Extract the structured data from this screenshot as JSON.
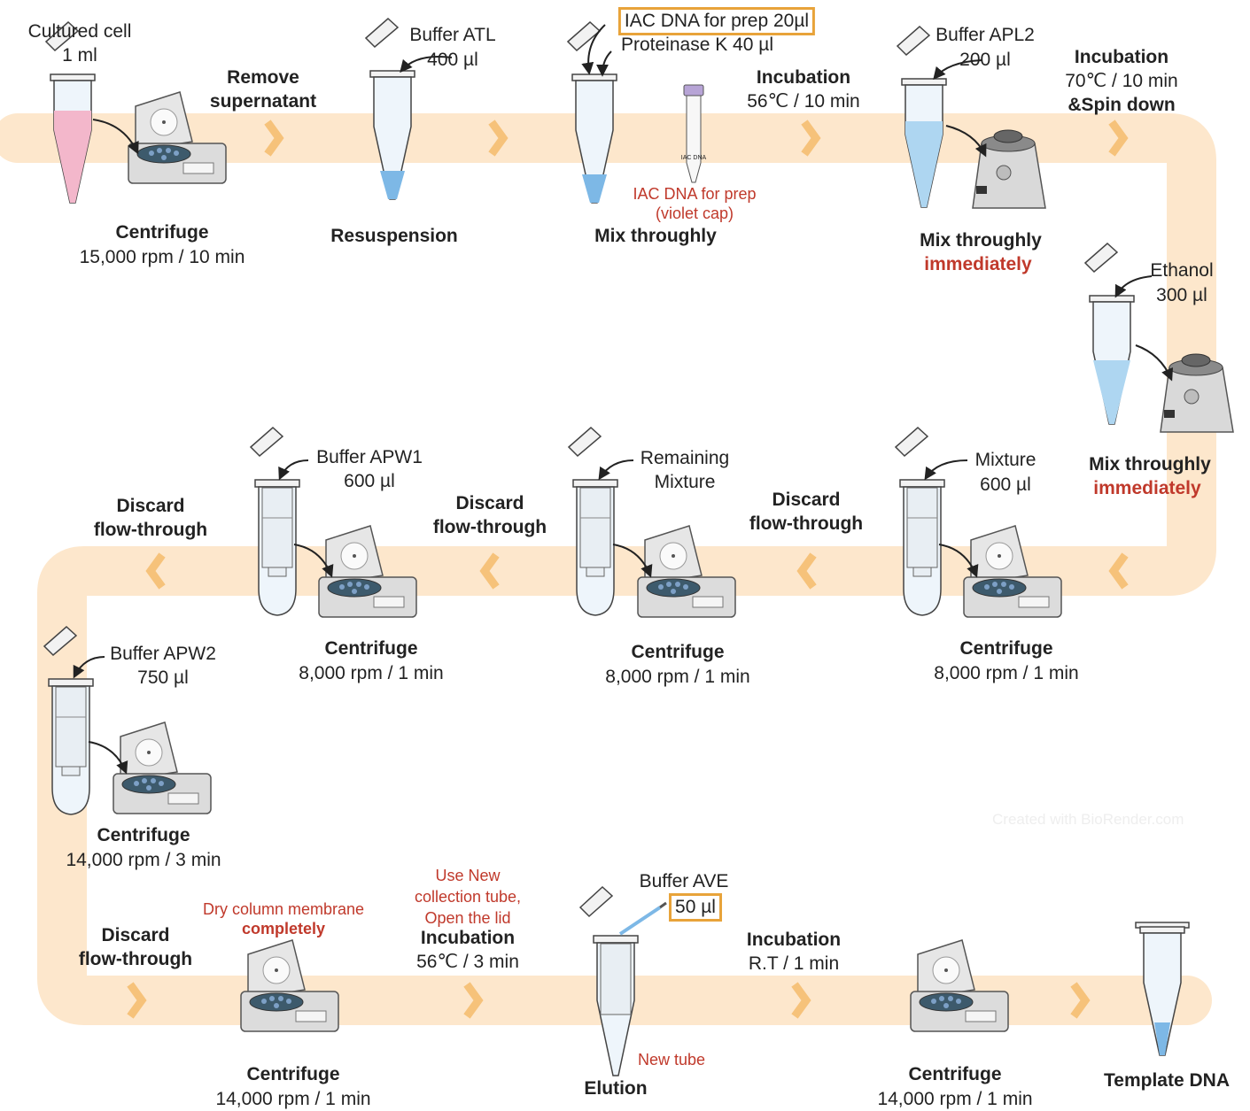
{
  "colors": {
    "path": "#fde7cc",
    "chevron": "#f6c27a",
    "highlight": "#e8a33a",
    "red": "#c0392b",
    "pink": "#f3b7cb",
    "blue": "#7db8e6"
  },
  "steps": {
    "s1": {
      "sample": "Cultured cell",
      "amount": "1 ml",
      "action": "Centrifuge",
      "param": "15,000 rpm / 10 min"
    },
    "t1": {
      "l1": "Remove",
      "l2": "supernatant"
    },
    "s2": {
      "reagent": "Buffer ATL",
      "amount": "400 µl",
      "action": "Resuspension"
    },
    "s3": {
      "reagent1": "IAC DNA for prep 20µl",
      "reagent2": "Proteinase K  40 µl",
      "tube_label": "IAC DNA",
      "note1": "IAC DNA for prep",
      "note2": "(violet cap)",
      "action": "Mix throughly"
    },
    "t3": {
      "title": "Incubation",
      "param": "56℃ / 10 min"
    },
    "s4": {
      "reagent": "Buffer APL2",
      "amount": "200 µl",
      "action": "Mix throughly",
      "emph": "immediately"
    },
    "t4": {
      "title": "Incubation",
      "param": "70℃ / 10 min",
      "title2": "&Spin down"
    },
    "s5": {
      "reagent": "Ethanol",
      "amount": "300 µl",
      "action": "Mix throughly",
      "emph": "immediately"
    },
    "s6": {
      "reagent": "Mixture",
      "amount": "600 µl",
      "action": "Centrifuge",
      "param": "8,000 rpm / 1 min"
    },
    "t6": {
      "l1": "Discard",
      "l2": "flow-through"
    },
    "s7": {
      "reagent1": "Remaining",
      "reagent2": "Mixture",
      "action": "Centrifuge",
      "param": "8,000 rpm / 1 min"
    },
    "t7": {
      "l1": "Discard",
      "l2": "flow-through"
    },
    "s8": {
      "reagent": "Buffer APW1",
      "amount": "600 µl",
      "action": "Centrifuge",
      "param": "8,000 rpm / 1 min"
    },
    "t8": {
      "l1": "Discard",
      "l2": "flow-through"
    },
    "s9": {
      "reagent": "Buffer APW2",
      "amount": "750 µl",
      "action": "Centrifuge",
      "param": "14,000 rpm / 3 min"
    },
    "t9": {
      "l1": "Discard",
      "l2": "flow-through"
    },
    "s10": {
      "note1": "Dry column membrane",
      "note2": "completely",
      "action": "Centrifuge",
      "param": "14,000 rpm / 1 min"
    },
    "t10": {
      "note1": "Use New",
      "note2": "collection tube,",
      "note3": "Open the lid",
      "title": "Incubation",
      "param": "56℃ / 3 min"
    },
    "s11": {
      "reagent": "Buffer AVE",
      "amount": "50 µl",
      "note": "New tube",
      "action": "Elution"
    },
    "t11": {
      "title": "Incubation",
      "param": "R.T / 1 min"
    },
    "s12": {
      "action": "Centrifuge",
      "param": "14,000 rpm / 1 min"
    },
    "s13": {
      "action": "Template DNA"
    }
  },
  "watermark": "Created with BioRender.com"
}
